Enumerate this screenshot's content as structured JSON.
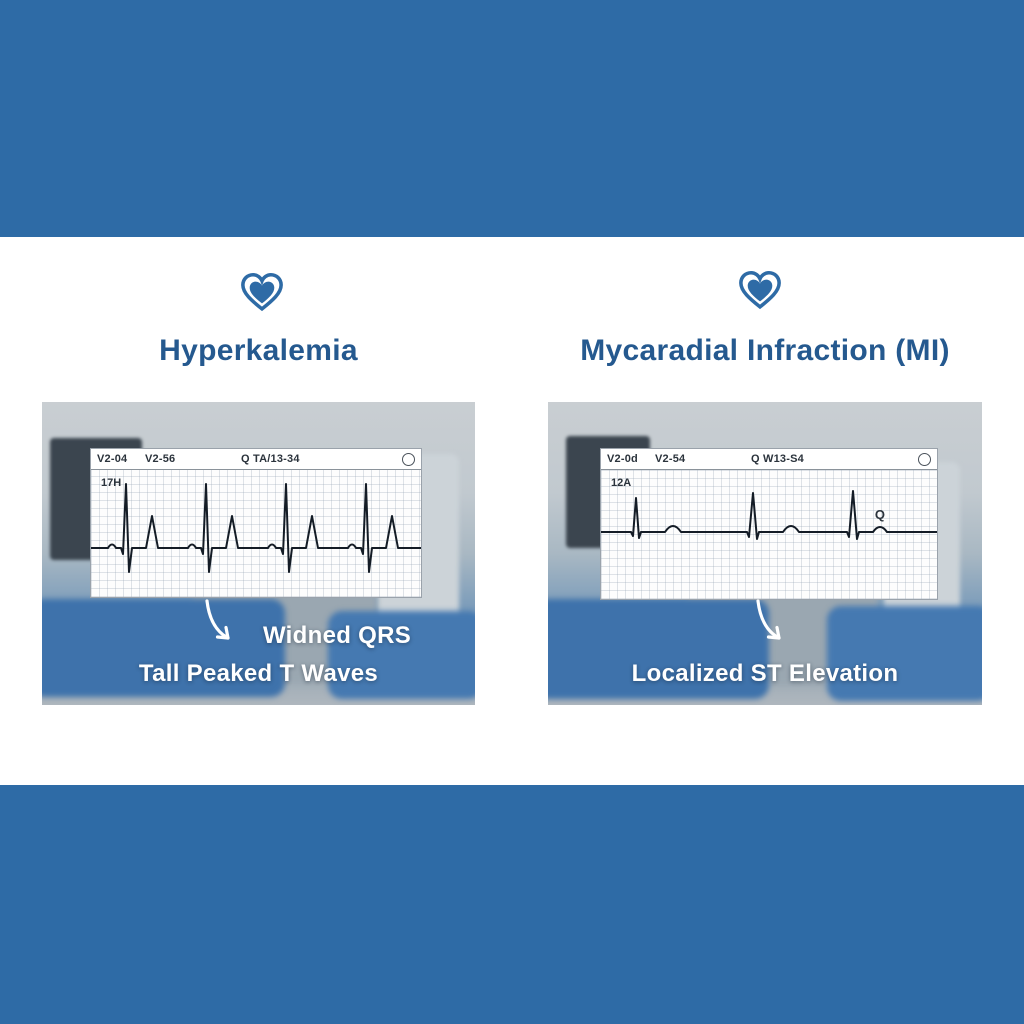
{
  "scene": {
    "background_color": "#2e6ba6",
    "band_color": "#ffffff",
    "accent_blue": "#25598f"
  },
  "panels": [
    {
      "title": "Hyperkalemia",
      "ecg": {
        "label1": "V2-04",
        "label2": "V2-56",
        "label3": "Q TA/13-34",
        "corner": "17H"
      },
      "annotation1": "Widned QRS",
      "annotation2": "Tall Peaked T Waves"
    },
    {
      "title": "Mycaradial Infraction (MI)",
      "ecg": {
        "label1": "V2-0d",
        "label2": "V2-54",
        "label3": "Q W13-S4",
        "corner": "12A",
        "inline": "Q"
      },
      "annotation1": "Localized ST Elevation"
    }
  ]
}
